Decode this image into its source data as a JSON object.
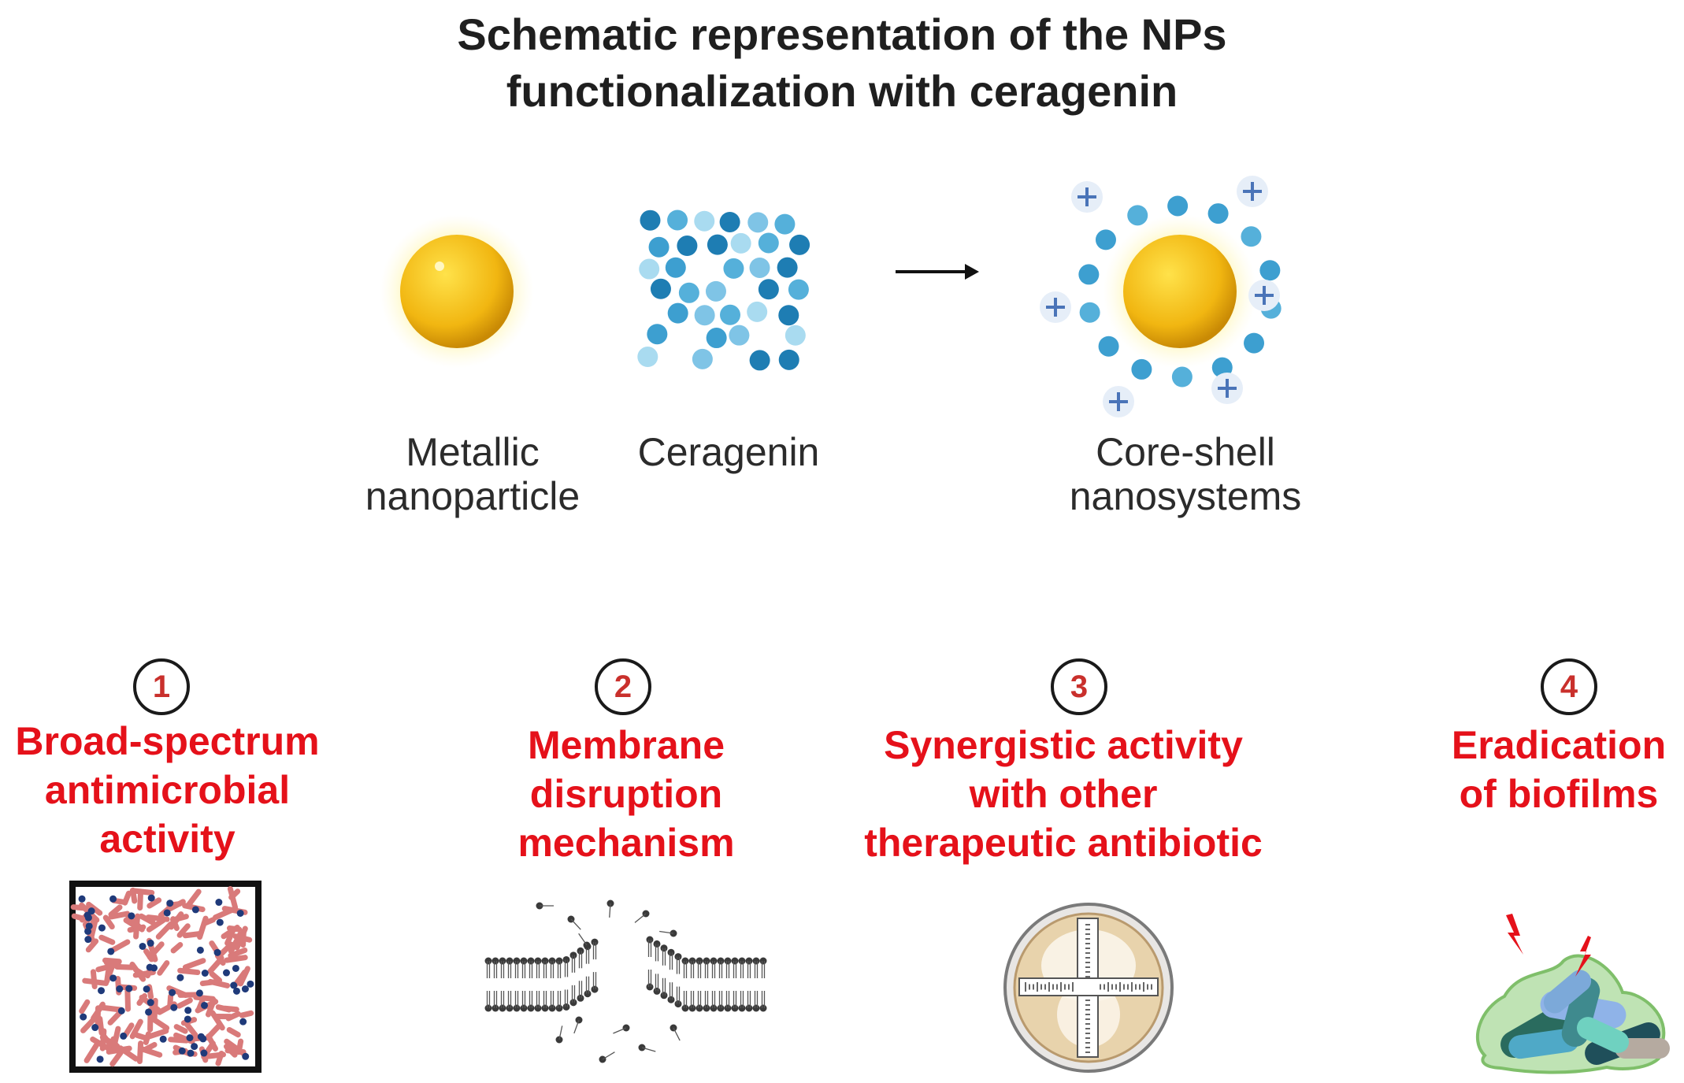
{
  "title": {
    "line1": "Schematic representation of the NPs",
    "line2": "functionalization with ceragenin"
  },
  "components": {
    "metallic": {
      "line1": "Metallic",
      "line2": "nanoparticle"
    },
    "ceragenin": {
      "line1": "Ceragenin"
    },
    "coreshell": {
      "line1": "Core-shell",
      "line2": "nanosystems"
    }
  },
  "features": [
    {
      "num": "1",
      "lines": [
        "Broad-spectrum",
        "antimicrobial",
        "activity"
      ]
    },
    {
      "num": "2",
      "lines": [
        "Membrane",
        "disruption",
        "mechanism"
      ]
    },
    {
      "num": "3",
      "lines": [
        "Synergistic activity",
        "with other",
        "therapeutic antibiotic"
      ]
    },
    {
      "num": "4",
      "lines": [
        "Eradication",
        "of biofilms"
      ]
    }
  ],
  "colors": {
    "gold": "#f1b611",
    "ceragenin_blue": "#3d9fd0",
    "feature_red": "#e5111a",
    "number_red": "#c9302c"
  }
}
